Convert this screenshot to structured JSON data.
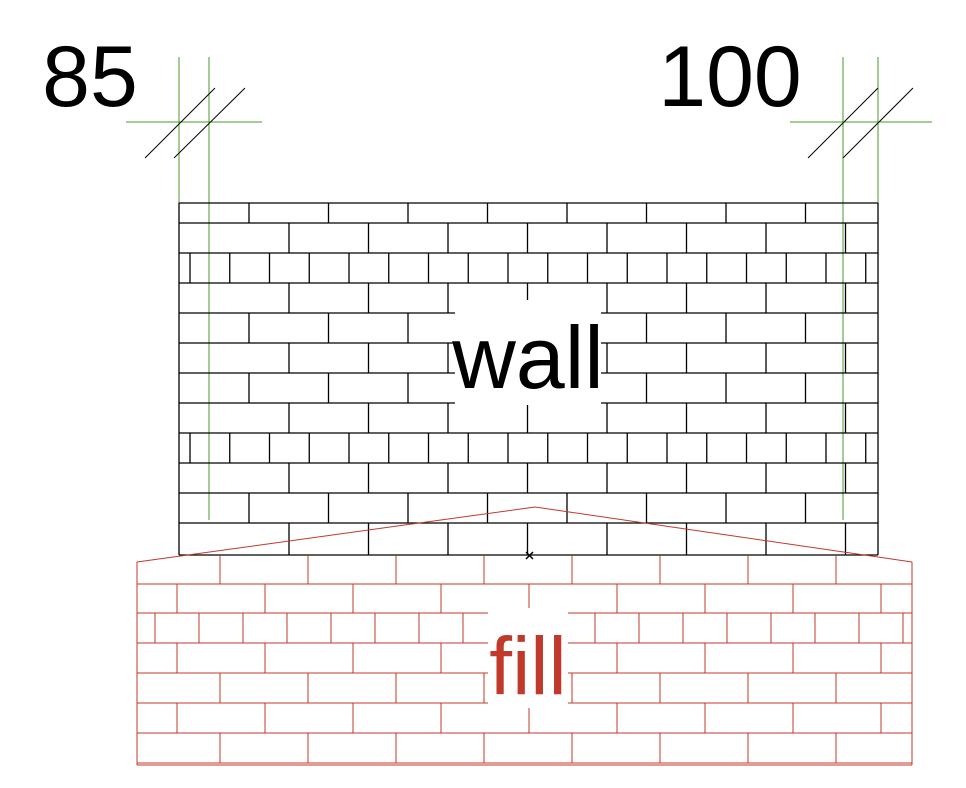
{
  "dimensions": {
    "left": "85",
    "right": "100"
  },
  "wall": {
    "label": "wall"
  },
  "fill": {
    "label": "fill"
  },
  "colors": {
    "wall": "#000000",
    "fill": "#c0392b",
    "grid": "#4a9a2a",
    "text": "#000000"
  }
}
